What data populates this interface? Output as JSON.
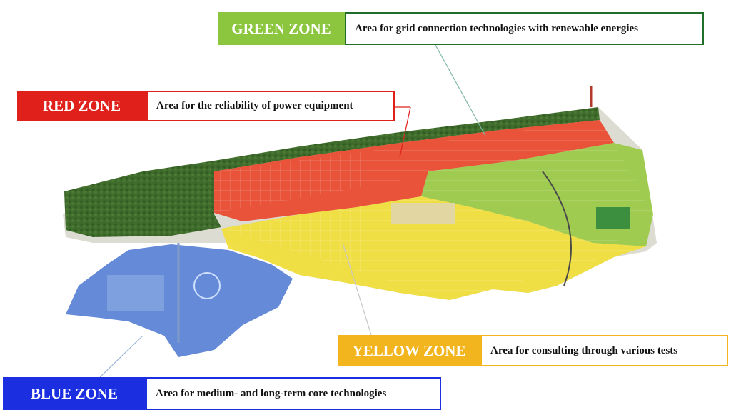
{
  "zones": {
    "green": {
      "name": "GREEN ZONE",
      "description": "Area for grid connection technologies with renewable energies",
      "color": "#8cc63f"
    },
    "red": {
      "name": "RED ZONE",
      "description": "Area for the reliability of power equipment",
      "color": "#e0211b"
    },
    "yellow": {
      "name": "YELLOW ZONE",
      "description": "Area for consulting through various tests",
      "color": "#f2b51d"
    },
    "blue": {
      "name": "BLUE ZONE",
      "description": "Area for medium- and long-term core technologies",
      "color": "#1b2fe0"
    }
  }
}
